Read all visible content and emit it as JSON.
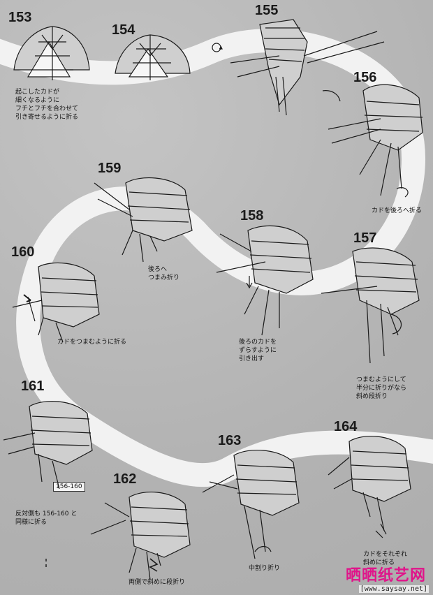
{
  "steps": {
    "s153": "153",
    "s154": "154",
    "s155": "155",
    "s156": "156",
    "s157": "157",
    "s158": "158",
    "s159": "159",
    "s160": "160",
    "s161": "161",
    "s162": "162",
    "s163": "163",
    "s164": "164"
  },
  "notes": {
    "n153": [
      "起こしたカドが",
      "細くなるように",
      "フチとフチを合わせて",
      "引き寄せるように折る"
    ],
    "n156": [
      "カドを後ろへ折る"
    ],
    "n157": [
      "つまむようにして",
      "半分に折りがなら",
      "斜め段折り"
    ],
    "n158": [
      "後ろのカドを",
      "ずらすように",
      "引き出す"
    ],
    "n159": [
      "後ろへ",
      "つまみ折り"
    ],
    "n160": [
      "カドをつまむように折る"
    ],
    "n161": [
      "反対側も 156-160 と",
      "同様に折る"
    ],
    "n162": [
      "両側で斜めに段折り"
    ],
    "n163": [
      "中割り折り"
    ],
    "n164": [
      "カドをそれぞれ",
      "斜めに折る"
    ]
  },
  "ref_box": "156-160",
  "brand": "晒晒纸艺网",
  "url": "[www.saysay.net]",
  "colors": {
    "background": "#b9b9b9",
    "path": "#f2f2f2",
    "line": "#1a1a1a",
    "brand": "#e0148a"
  }
}
